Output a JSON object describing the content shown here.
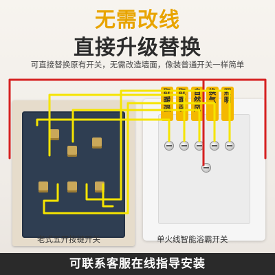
{
  "header": {
    "title": "无需改线",
    "subtitle": "直接升级替换",
    "description": "可直接替换原有开关，无需改造墙面，像装普通开关一样简单"
  },
  "old_switch": {
    "caption": "老式五开按键开关"
  },
  "new_switch": {
    "caption": "单火线智能浴霸开关",
    "labels": [
      "取暖强",
      "取暖弱",
      "自然风",
      "换气",
      "照明"
    ]
  },
  "footer": {
    "text": "可联系客服在线指导安装"
  },
  "colors": {
    "title": "#e8a400",
    "label_bg": "#f4b800",
    "red_wire": "#d62121",
    "yellow_wire": "#f5e400",
    "footer_bg": "#2a2a2a"
  }
}
